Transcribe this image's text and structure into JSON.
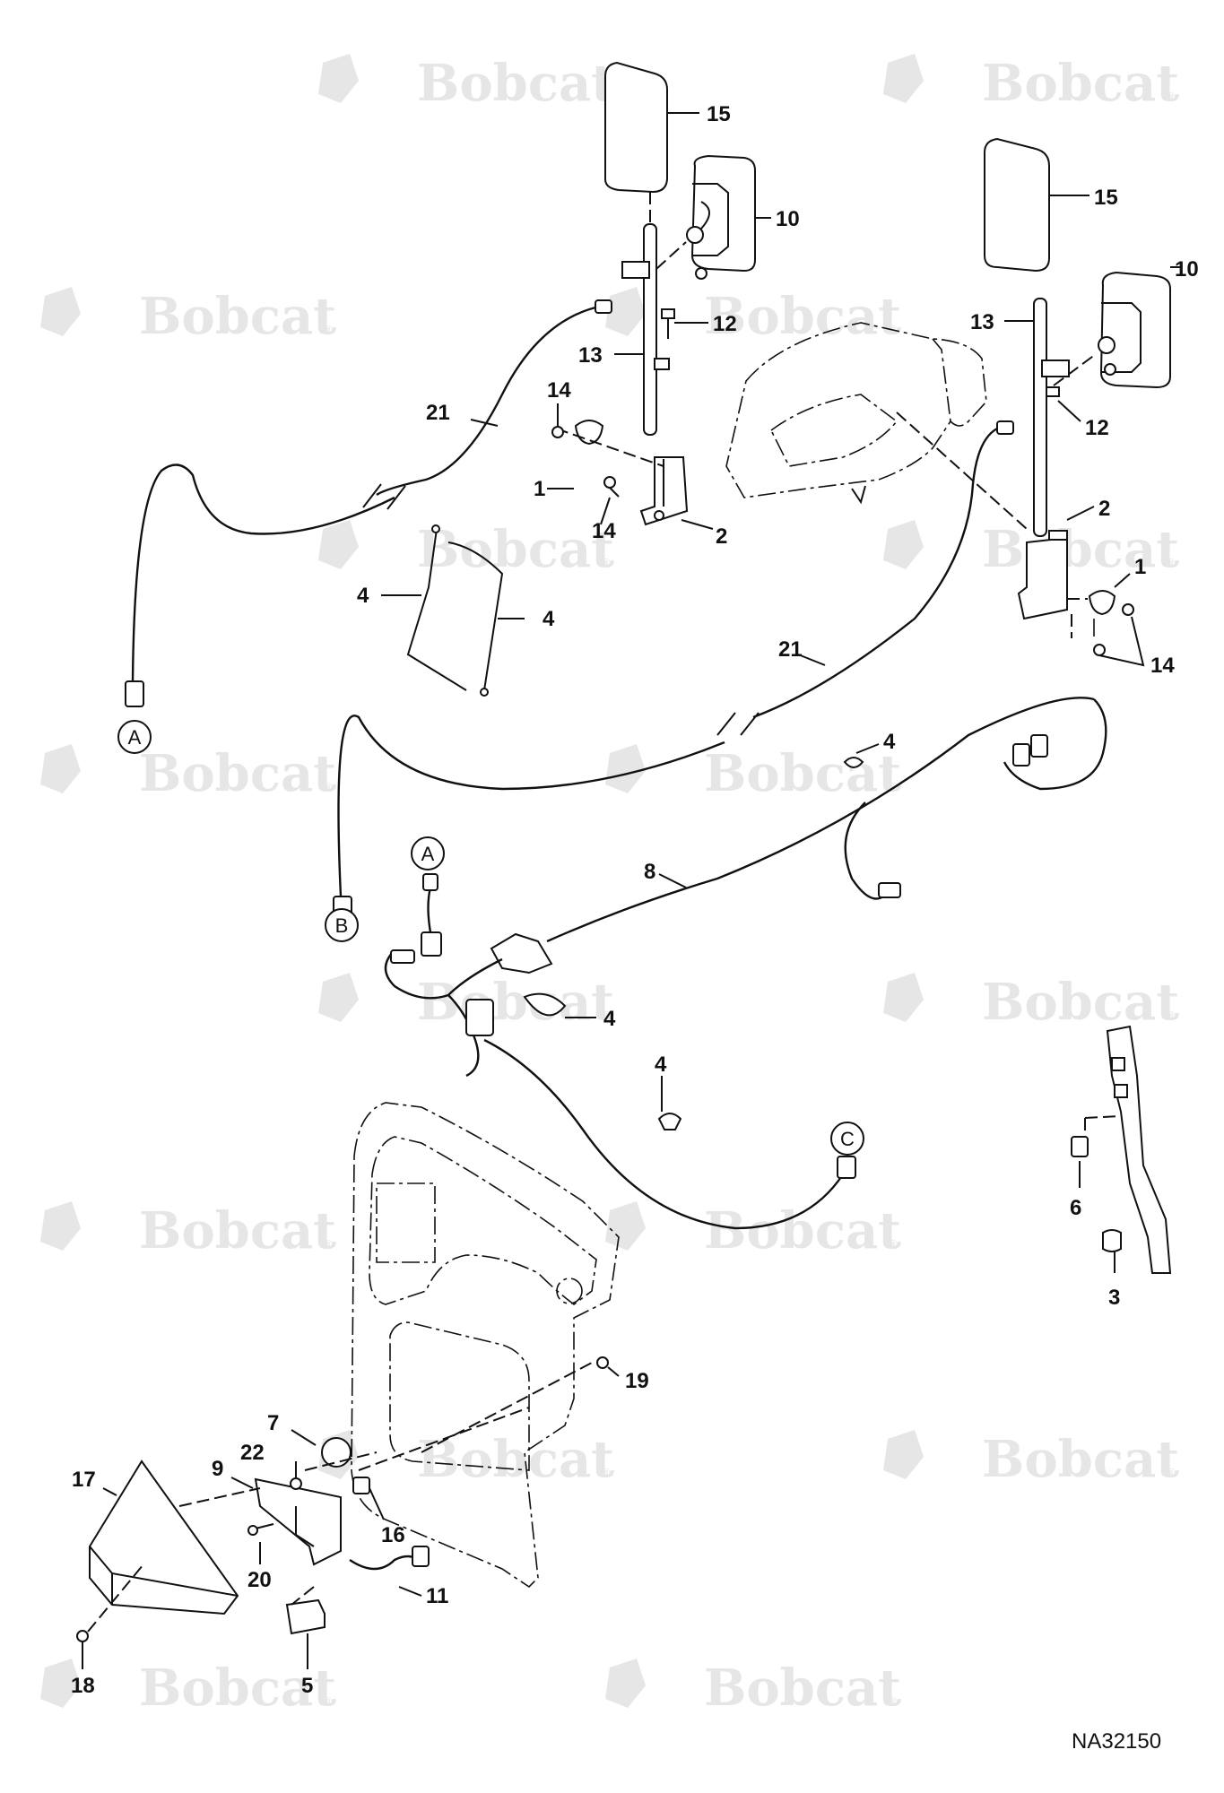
{
  "watermark": {
    "brand": "Bobcat",
    "reg_mark": "®"
  },
  "drawing_id": "NA32150",
  "refs": {
    "A": "A",
    "B": "B",
    "C": "C"
  },
  "callouts": {
    "c15a": "15",
    "c10a": "10",
    "c12a": "12",
    "c13a": "13",
    "c21a": "21",
    "c14a": "14",
    "c1a": "1",
    "c14b": "14",
    "c2a": "2",
    "c4a": "4",
    "c4b": "4",
    "c15b": "15",
    "c10b": "10",
    "c13b": "13",
    "c12b": "12",
    "c2b": "2",
    "c1b": "1",
    "c14c": "14",
    "c21b": "21",
    "c4c": "4",
    "c8": "8",
    "c4d": "4",
    "c4e": "4",
    "c6": "6",
    "c3": "3",
    "c19": "19",
    "c7": "7",
    "c22": "22",
    "c9": "9",
    "c17": "17",
    "c16": "16",
    "c20": "20",
    "c11": "11",
    "c18": "18",
    "c5": "5"
  }
}
